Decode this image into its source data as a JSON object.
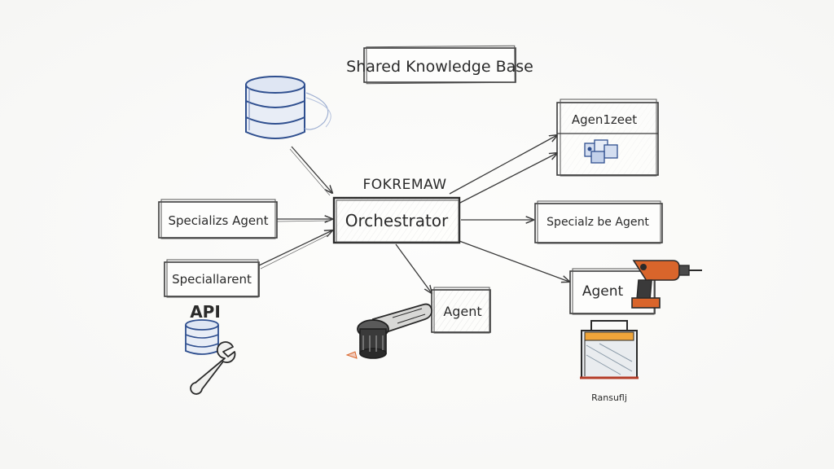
{
  "diagram": {
    "title": "Shared Knowledge Base",
    "nodes": {
      "orchestrator": {
        "label": "Orchestrator",
        "caption": "FOKREMAW"
      },
      "agent_top_right": {
        "label": "Agen1zeet"
      },
      "specialist_left": {
        "label": "Specializs Agent"
      },
      "specialist_right": {
        "label": "Specialz be Agent"
      },
      "specialist_lower_left": {
        "label": "Speciallarent"
      },
      "agent_bottom_center": {
        "label": "Agent"
      },
      "agent_bottom_right": {
        "label": "Agent"
      }
    },
    "icon_labels": {
      "api": "API",
      "toolbox_caption": "Ransuflj"
    },
    "icons": [
      "database-icon",
      "folder-cluster-icon",
      "api-database-icon",
      "wrench-icon",
      "angle-grinder-icon",
      "power-drill-icon",
      "toolbox-icon"
    ],
    "colors": {
      "ink": "#2a2a2a",
      "database_blue": "#2f4f8f",
      "tool_orange": "#d9652b"
    }
  }
}
